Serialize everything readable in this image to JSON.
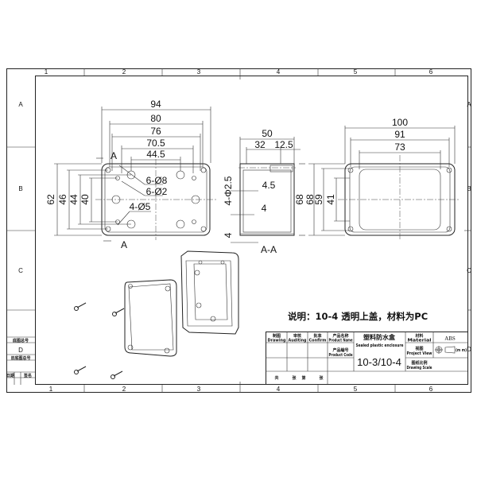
{
  "frame": {
    "columns": [
      "1",
      "2",
      "3",
      "4",
      "5",
      "6"
    ],
    "rows": [
      "A",
      "B",
      "C",
      "D"
    ],
    "left_block": {
      "base_drawing_no": "底图总号",
      "row_letter": "D",
      "old_base_drawing_no": "旧底图总号",
      "date": "日期",
      "signature": "签名"
    }
  },
  "front_view": {
    "dims_horizontal": [
      "94",
      "80",
      "76",
      "70.5",
      "44.5"
    ],
    "dims_vertical": [
      "62",
      "46",
      "44",
      "40"
    ],
    "callouts": [
      "6-Ø8",
      "6-Ø2",
      "4-Ø5"
    ],
    "section_marker": "A"
  },
  "section_view": {
    "dims_top": [
      "50",
      "32",
      "12.5"
    ],
    "dims_inner": [
      "4.5",
      "4"
    ],
    "dim_side": "4-Φ2.5",
    "dim_bottom": "4",
    "dim_height": "68",
    "label": "A-A"
  },
  "side_view": {
    "dims_horizontal": [
      "100",
      "91",
      "73"
    ],
    "dims_vertical": [
      "68",
      "59",
      "41"
    ]
  },
  "note": "说明：10-4 透明上盖，材料为PC",
  "title_block": {
    "drawing": "制图",
    "drawing_en": "Drawing",
    "auditing": "审核",
    "auditing_en": "Auditing",
    "confirm": "批准",
    "confirm_en": "Confirm",
    "product_name_label": "产品名称",
    "product_name_label_en": "Product Name",
    "product_name": "塑料防水盒",
    "product_name_en": "Sealed plastic enclosure",
    "material_label": "材料",
    "material_label_en": "Material",
    "material": "ABS",
    "project_view_label": "视图",
    "project_view_label_en": "Project View",
    "units": "(m m)",
    "product_code_label": "产品编号",
    "product_code_label_en": "Product Code",
    "product_code": "10-3/10-4",
    "scale_label": "图纸比例",
    "scale_label_en": "Drawing Scale",
    "sheets": [
      "共",
      "张",
      "第",
      "张"
    ]
  }
}
